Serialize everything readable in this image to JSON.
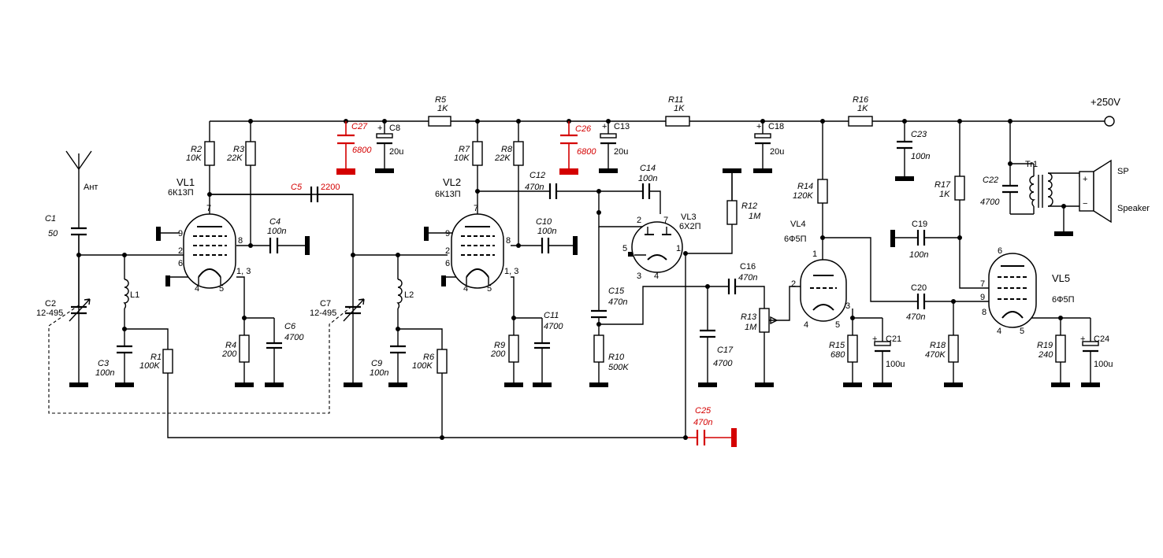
{
  "supply": "+250V",
  "antenna": "Ант",
  "speaker": {
    "ref": "SP",
    "name": "Speaker",
    "plus": "+",
    "minus": "−"
  },
  "tubes": {
    "vl1": {
      "ref": "VL1",
      "type": "6К13П"
    },
    "vl2": {
      "ref": "VL2",
      "type": "6К13П"
    },
    "vl3": {
      "ref": "VL3",
      "type": "6Х2П"
    },
    "vl4": {
      "ref": "VL4",
      "type": "6Ф5П"
    },
    "vl5": {
      "ref": "VL5",
      "type": "6Ф5П"
    }
  },
  "transformer": "Tr1",
  "inductors": {
    "l1": "L1",
    "l2": "L2"
  },
  "resistors": {
    "r1": {
      "ref": "R1",
      "value": "100K"
    },
    "r2": {
      "ref": "R2",
      "value": "10K"
    },
    "r3": {
      "ref": "R3",
      "value": "22K"
    },
    "r4": {
      "ref": "R4",
      "value": "200"
    },
    "r5": {
      "ref": "R5",
      "value": "1K"
    },
    "r6": {
      "ref": "R6",
      "value": "100K"
    },
    "r7": {
      "ref": "R7",
      "value": "10K"
    },
    "r8": {
      "ref": "R8",
      "value": "22K"
    },
    "r9": {
      "ref": "R9",
      "value": "200"
    },
    "r10": {
      "ref": "R10",
      "value": "500K"
    },
    "r11": {
      "ref": "R11",
      "value": "1K"
    },
    "r12": {
      "ref": "R12",
      "value": "1M"
    },
    "r13": {
      "ref": "R13",
      "value": "1M"
    },
    "r14": {
      "ref": "R14",
      "value": "120K"
    },
    "r15": {
      "ref": "R15",
      "value": "680"
    },
    "r16": {
      "ref": "R16",
      "value": "1K"
    },
    "r17": {
      "ref": "R17",
      "value": "1K"
    },
    "r18": {
      "ref": "R18",
      "value": "470K"
    },
    "r19": {
      "ref": "R19",
      "value": "240"
    }
  },
  "capacitors": {
    "c1": {
      "ref": "C1",
      "value": "50"
    },
    "c2": {
      "ref": "C2",
      "value": "12-495"
    },
    "c3": {
      "ref": "C3",
      "value": "100n"
    },
    "c4": {
      "ref": "C4",
      "value": "100n"
    },
    "c5": {
      "ref": "C5",
      "value": "2200"
    },
    "c6": {
      "ref": "C6",
      "value": "4700"
    },
    "c7": {
      "ref": "C7",
      "value": "12-495"
    },
    "c8": {
      "ref": "C8",
      "value": "20u"
    },
    "c9": {
      "ref": "C9",
      "value": "100n"
    },
    "c10": {
      "ref": "C10",
      "value": "100n"
    },
    "c11": {
      "ref": "C11",
      "value": "4700"
    },
    "c12": {
      "ref": "C12",
      "value": "470n"
    },
    "c13": {
      "ref": "C13",
      "value": "20u"
    },
    "c14": {
      "ref": "C14",
      "value": "100n"
    },
    "c15": {
      "ref": "C15",
      "value": "470n"
    },
    "c16": {
      "ref": "C16",
      "value": "470n"
    },
    "c17": {
      "ref": "C17",
      "value": "4700"
    },
    "c18": {
      "ref": "C18",
      "value": "20u"
    },
    "c19": {
      "ref": "C19",
      "value": "100n"
    },
    "c20": {
      "ref": "C20",
      "value": "470n"
    },
    "c21": {
      "ref": "C21",
      "value": "100u"
    },
    "c22": {
      "ref": "C22",
      "value": "4700"
    },
    "c23": {
      "ref": "C23",
      "value": "100n"
    },
    "c24": {
      "ref": "C24",
      "value": "100u"
    },
    "c25": {
      "ref": "C25",
      "value": "470n"
    },
    "c26": {
      "ref": "C26",
      "value": "6800"
    },
    "c27": {
      "ref": "C27",
      "value": "6800"
    }
  },
  "polarity_mark": "+",
  "pins": {
    "p1": "1",
    "p2": "2",
    "p3": "3",
    "p4": "4",
    "p5": "5",
    "p6": "6",
    "p7": "7",
    "p8": "8",
    "p9": "9",
    "p13": "1, 3"
  },
  "colors": {
    "wire": "#000000",
    "added_parts": "#d40000",
    "background": "#ffffff"
  }
}
